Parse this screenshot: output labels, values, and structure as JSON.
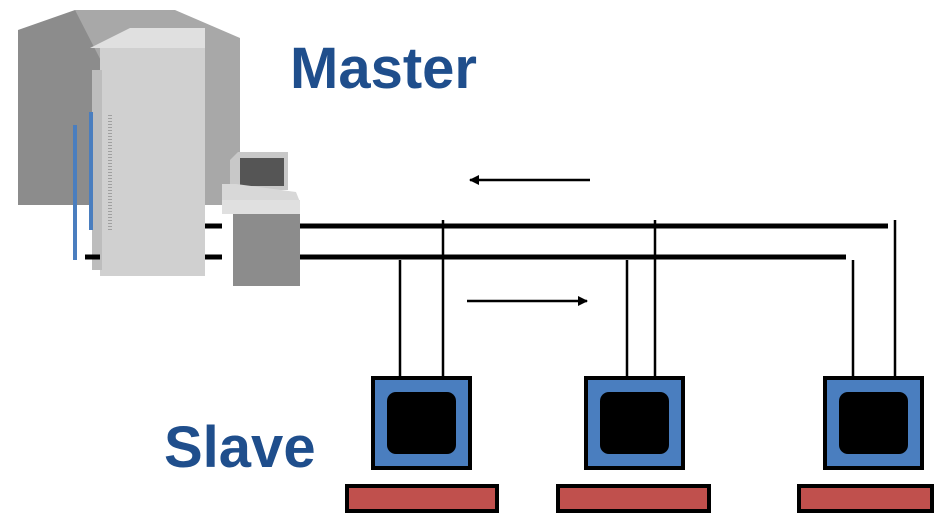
{
  "labels": {
    "master": "Master",
    "slave": "Slave"
  },
  "colors": {
    "label": "#1f4e8c",
    "monitor_frame": "#4a7ebf",
    "monitor_screen": "#000000",
    "keyboard": "#c0504d",
    "server_dark": "#8c8c8c",
    "server_light": "#d0d0d0",
    "accent_stripe": "#4a7ebf",
    "bus_line": "#000000"
  },
  "components": {
    "master_device": "mainframe-computer",
    "slave_devices": [
      "slave-terminal",
      "slave-terminal",
      "slave-terminal"
    ],
    "arrows": [
      "arrow-left",
      "arrow-right"
    ]
  }
}
